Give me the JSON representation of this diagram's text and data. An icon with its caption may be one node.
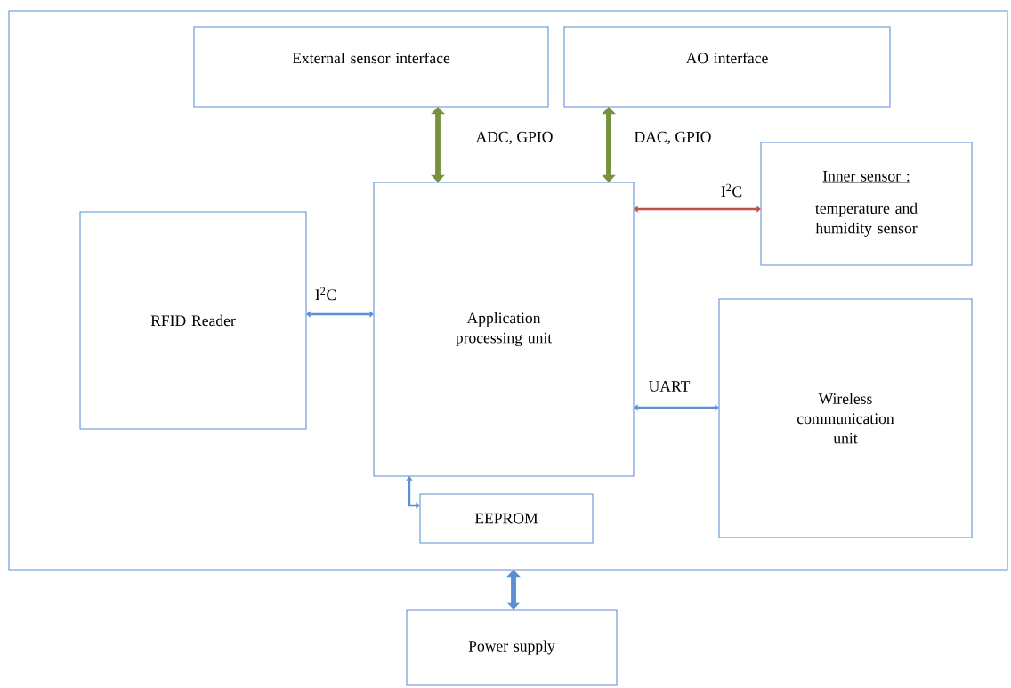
{
  "diagram": {
    "nodes": [
      {
        "text": [],
        "shape": "box"
      },
      {
        "text": [
          "External sensor interface"
        ],
        "in": 0
      },
      {
        "text": [
          "AO interface"
        ],
        "in": 0
      },
      {
        "text": [
          "Inner sensor :",
          "temperature and humidity sensor"
        ],
        "in": 0
      },
      {
        "text": [
          "RFID Reader"
        ],
        "in": 0
      },
      {
        "text": [
          "Application processing unit"
        ],
        "in": 0
      },
      {
        "text": [
          "Wireless communication unit"
        ],
        "in": 0
      },
      {
        "text": [
          "EEPROM"
        ],
        "in": 0
      },
      {
        "text": [
          "Power supply"
        ]
      }
    ],
    "edges": [
      {
        "from": 5,
        "to": 1,
        "arrow": "both",
        "label": "ADC, GPIO",
        "style": "thick",
        "color": "#76923c"
      },
      {
        "from": 5,
        "to": 2,
        "arrow": "both",
        "label": "DAC, GPIO",
        "style": "thick",
        "color": "#76923c"
      },
      {
        "from": 5,
        "to": 3,
        "arrow": "both",
        "label": "I$^{2}$C",
        "color": "#c0504d"
      },
      {
        "from": 4,
        "to": 5,
        "arrow": "both",
        "label": "I$^{2}$C"
      },
      {
        "from": 5,
        "to": 6,
        "arrow": "both",
        "label": "UART"
      },
      {
        "from": 5,
        "to": 7,
        "arrow": "both"
      },
      {
        "from": 0,
        "to": 8,
        "arrow": "both",
        "style": "thick"
      }
    ]
  }
}
